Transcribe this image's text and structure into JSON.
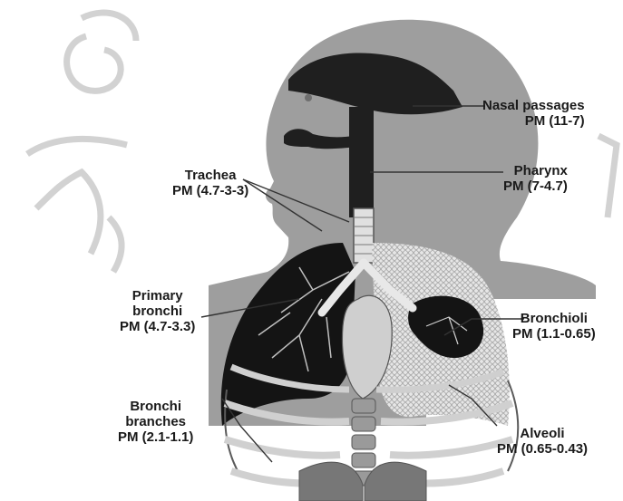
{
  "labels": {
    "nasal_passages": {
      "name": "Nasal passages",
      "pm": "PM (11-7)"
    },
    "pharynx": {
      "name": "Pharynx",
      "pm": "PM (7-4.7)"
    },
    "trachea": {
      "name": "Trachea",
      "pm": "PM (4.7-3-3)"
    },
    "primary_bronchi": {
      "name_line1": "Primary",
      "name_line2": "bronchi",
      "pm": "PM (4.7-3.3)"
    },
    "bronchioli": {
      "name": "Bronchioli",
      "pm": "PM (1.1-0.65)"
    },
    "bronchi_branches": {
      "name_line1": "Bronchi",
      "name_line2": "branches",
      "pm": "PM (2.1-1.1)"
    },
    "alveoli": {
      "name": "Alveoli",
      "pm": "PM (0.65-0.43)"
    }
  },
  "colors": {
    "silhouette": "#9e9e9e",
    "airway_dark": "#1f1f1f",
    "lung_dark": "#141414",
    "alveoli_fill": "#e6e6e6",
    "ribs": "#d0d0d0",
    "text": "#1a1a1a",
    "watermark": "#cfcfcf"
  }
}
